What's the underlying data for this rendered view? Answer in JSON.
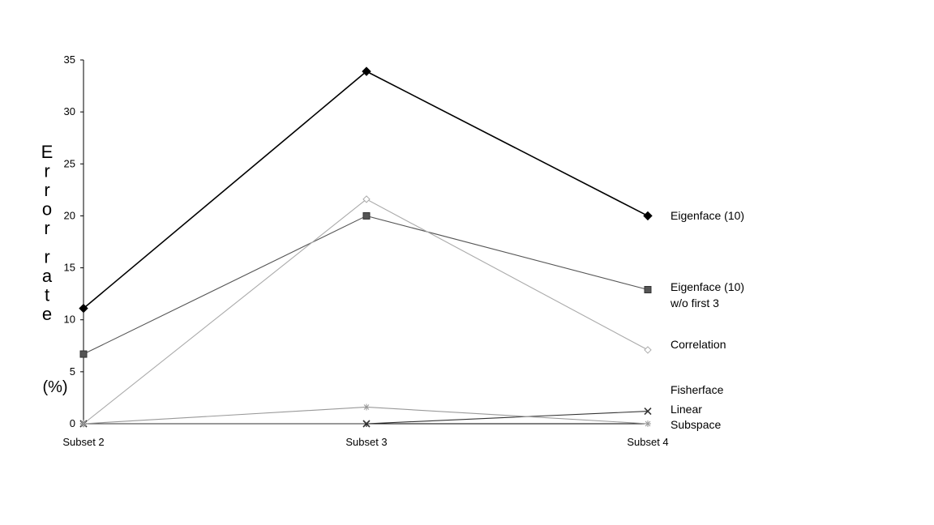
{
  "chart_data": {
    "type": "line",
    "categories": [
      "Subset 2",
      "Subset 3",
      "Subset 4"
    ],
    "ylabel": "Error rate (%)",
    "ylim": [
      0,
      35
    ],
    "yticks": [
      0,
      5,
      10,
      15,
      20,
      25,
      30,
      35
    ],
    "grid": false,
    "legend_placement": "right, inline labels",
    "series": [
      {
        "name": "Eigenface (10)",
        "values": [
          11.1,
          33.9,
          20.0
        ],
        "color": "#000000",
        "marker": "diamond"
      },
      {
        "name": "Eigenface (10) w/o first 3",
        "values": [
          6.7,
          20.0,
          12.9
        ],
        "color": "#555555",
        "marker": "square"
      },
      {
        "name": "Correlation",
        "values": [
          0.0,
          21.6,
          7.1
        ],
        "color": "#aaaaaa",
        "marker": "diamond-open"
      },
      {
        "name": "Fisherface",
        "values": [
          0.0,
          0.0,
          1.2
        ],
        "color": "#333333",
        "marker": "x"
      },
      {
        "name": "Linear Subspace",
        "values": [
          0.0,
          1.6,
          0.0
        ],
        "color": "#999999",
        "marker": "star"
      }
    ]
  },
  "series_label_lines": [
    [
      "Eigenface (10)"
    ],
    [
      "Eigenface (10)",
      "w/o first 3"
    ],
    [
      "Correlation"
    ],
    [
      "Fisherface"
    ],
    [
      "Linear"
    ],
    [
      "Subspace"
    ]
  ],
  "ylabel_unit": "(%)"
}
